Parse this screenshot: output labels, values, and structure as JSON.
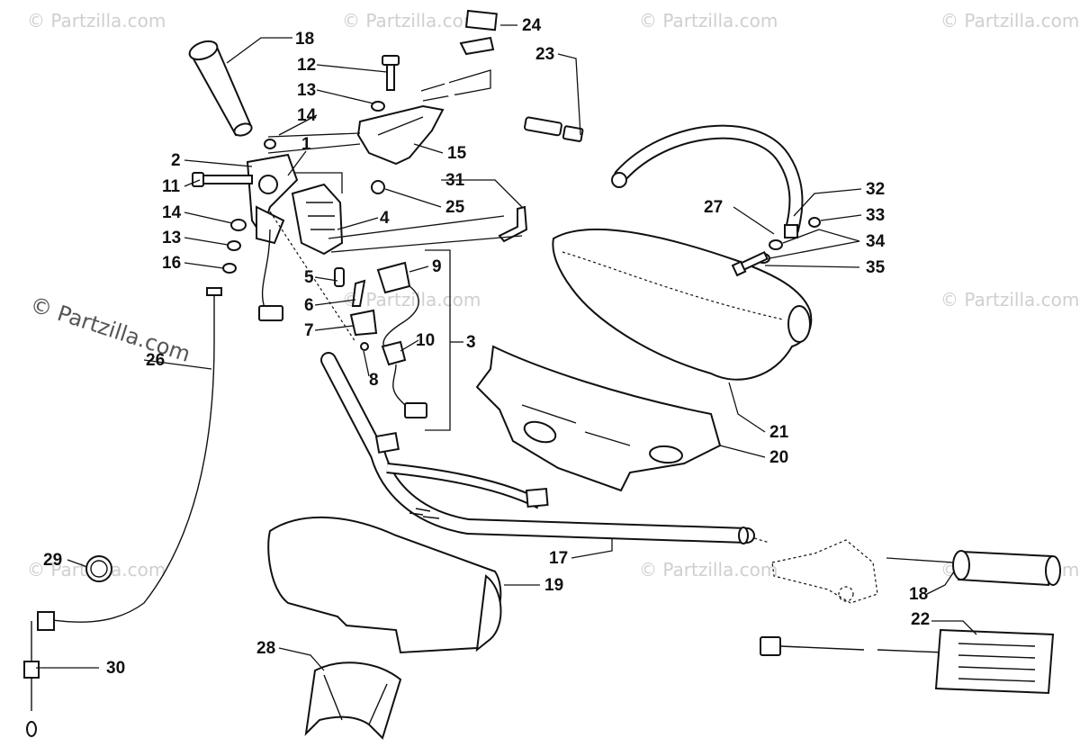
{
  "watermarks": {
    "text": "© Partzilla.com",
    "prominent": "© Partzilla.com"
  },
  "callouts": {
    "c1": "1",
    "c2": "2",
    "c3": "3",
    "c4": "4",
    "c5": "5",
    "c6": "6",
    "c7": "7",
    "c8": "8",
    "c9": "9",
    "c10": "10",
    "c11": "11",
    "c12": "12",
    "c13a": "13",
    "c13b": "13",
    "c14a": "14",
    "c14b": "14",
    "c15": "15",
    "c16": "16",
    "c17": "17",
    "c18a": "18",
    "c18b": "18",
    "c19": "19",
    "c20": "20",
    "c21": "21",
    "c22": "22",
    "c23": "23",
    "c24": "24",
    "c25": "25",
    "c26": "26",
    "c27": "27",
    "c28": "28",
    "c29": "29",
    "c30": "30",
    "c31": "31",
    "c32": "32",
    "c33": "33",
    "c34": "34",
    "c35": "35"
  }
}
